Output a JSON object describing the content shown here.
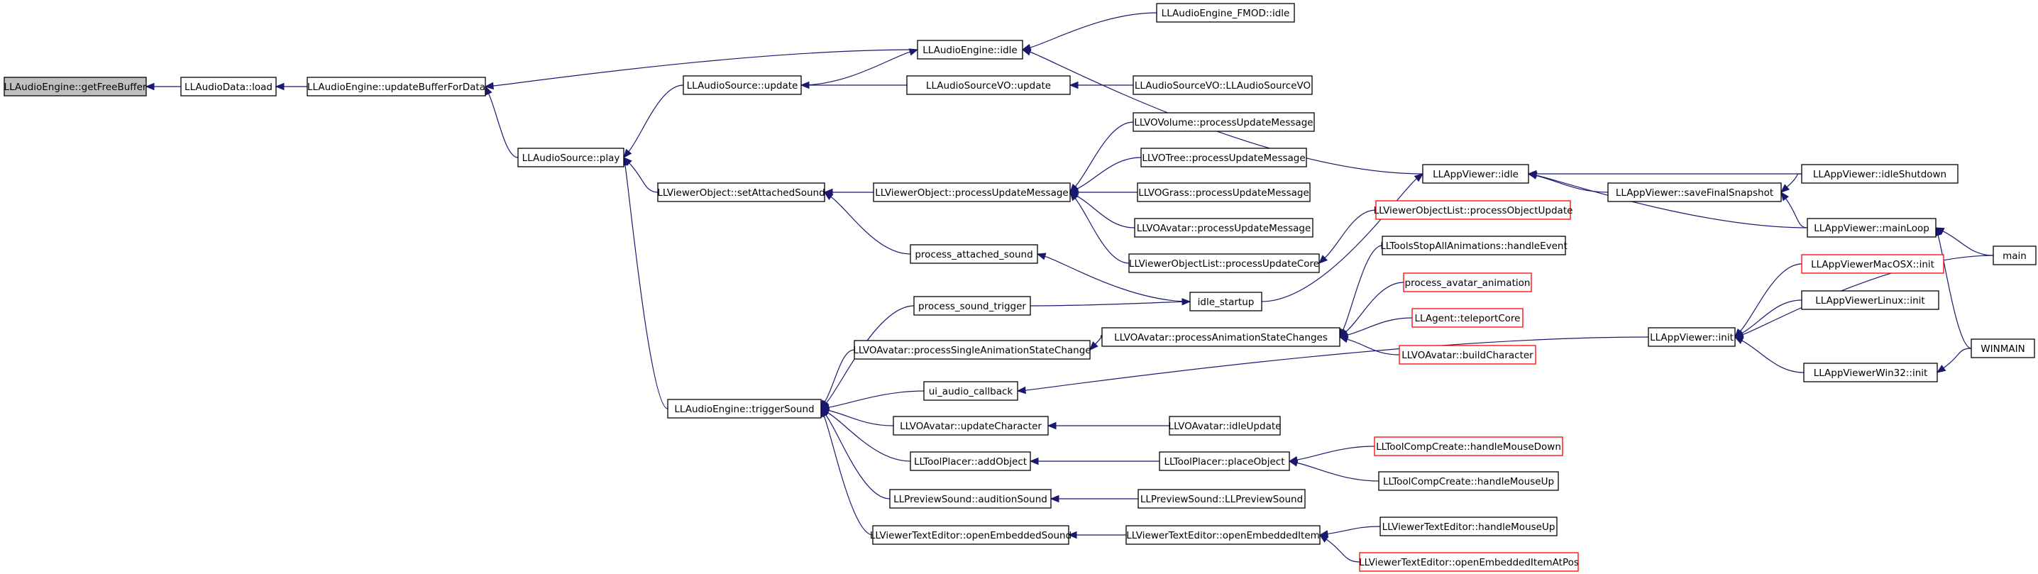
{
  "graph": {
    "title": "",
    "colors": {
      "edge": "#191970",
      "border": "#000000",
      "truncated_border": "#ff0000",
      "root_fill": "#bfbfbf",
      "node_fill": "#ffffff"
    },
    "nodes": [
      {
        "id": "n0",
        "label": "LLAudioEngine::getFreeBuffer",
        "root": true
      },
      {
        "id": "n1",
        "label": "LLAudioData::load"
      },
      {
        "id": "n2",
        "label": "LLAudioEngine::updateBufferForData"
      },
      {
        "id": "n3",
        "label": "LLAudioEngine::idle"
      },
      {
        "id": "n4",
        "label": "LLAudioEngine_FMOD::idle"
      },
      {
        "id": "n5",
        "label": "LLAudioSource::update"
      },
      {
        "id": "n6",
        "label": "LLAudioSourceVO::update"
      },
      {
        "id": "n7",
        "label": "LLAudioSourceVO::LLAudioSourceVO"
      },
      {
        "id": "n8",
        "label": "LLAudioSource::play"
      },
      {
        "id": "n9",
        "label": "LLViewerObject::setAttachedSound"
      },
      {
        "id": "n10",
        "label": "LLViewerObject::processUpdateMessage"
      },
      {
        "id": "n11",
        "label": "LLVOVolume::processUpdateMessage"
      },
      {
        "id": "n12",
        "label": "LLVOTree::processUpdateMessage"
      },
      {
        "id": "n13",
        "label": "LLVOGrass::processUpdateMessage"
      },
      {
        "id": "n14",
        "label": "LLVOAvatar::processUpdateMessage"
      },
      {
        "id": "n15",
        "label": "LLViewerObjectList::processUpdateCore"
      },
      {
        "id": "n16",
        "label": "LLViewerObjectList::processObjectUpdate",
        "truncated": true
      },
      {
        "id": "n17",
        "label": "process_attached_sound"
      },
      {
        "id": "n18",
        "label": "idle_startup"
      },
      {
        "id": "n19",
        "label": "LLAppViewer::idle"
      },
      {
        "id": "n20",
        "label": "LLAppViewer::saveFinalSnapshot"
      },
      {
        "id": "n21",
        "label": "LLAppViewer::idleShutdown"
      },
      {
        "id": "n22",
        "label": "LLAppViewer::mainLoop"
      },
      {
        "id": "n23",
        "label": "main"
      },
      {
        "id": "n24",
        "label": "WINMAIN"
      },
      {
        "id": "n25",
        "label": "LLAppViewer::init"
      },
      {
        "id": "n26",
        "label": "LLAppViewerMacOSX::init",
        "truncated": true
      },
      {
        "id": "n27",
        "label": "LLAppViewerLinux::init"
      },
      {
        "id": "n28",
        "label": "LLAppViewerWin32::init"
      },
      {
        "id": "n29",
        "label": "process_sound_trigger"
      },
      {
        "id": "n30",
        "label": "LLVOAvatar::processSingleAnimationStateChange"
      },
      {
        "id": "n31",
        "label": "LLVOAvatar::processAnimationStateChanges"
      },
      {
        "id": "n32",
        "label": "LLToolsStopAllAnimations::handleEvent"
      },
      {
        "id": "n33",
        "label": "process_avatar_animation",
        "truncated": true
      },
      {
        "id": "n34",
        "label": "LLAgent::teleportCore",
        "truncated": true
      },
      {
        "id": "n35",
        "label": "LLVOAvatar::buildCharacter",
        "truncated": true
      },
      {
        "id": "n36",
        "label": "LLAudioEngine::triggerSound"
      },
      {
        "id": "n37",
        "label": "ui_audio_callback"
      },
      {
        "id": "n38",
        "label": "LLVOAvatar::updateCharacter"
      },
      {
        "id": "n39",
        "label": "LLVOAvatar::idleUpdate"
      },
      {
        "id": "n40",
        "label": "LLToolPlacer::addObject"
      },
      {
        "id": "n41",
        "label": "LLToolPlacer::placeObject"
      },
      {
        "id": "n42",
        "label": "LLToolCompCreate::handleMouseDown",
        "truncated": true
      },
      {
        "id": "n43",
        "label": "LLToolCompCreate::handleMouseUp"
      },
      {
        "id": "n44",
        "label": "LLPreviewSound::auditionSound"
      },
      {
        "id": "n45",
        "label": "LLPreviewSound::LLPreviewSound"
      },
      {
        "id": "n46",
        "label": "LLViewerTextEditor::openEmbeddedSound"
      },
      {
        "id": "n47",
        "label": "LLViewerTextEditor::openEmbeddedItem"
      },
      {
        "id": "n48",
        "label": "LLViewerTextEditor::handleMouseUp"
      },
      {
        "id": "n49",
        "label": "LLViewerTextEditor::openEmbeddedItemAtPos",
        "truncated": true
      }
    ],
    "edges": [
      [
        "n1",
        "n0"
      ],
      [
        "n2",
        "n1"
      ],
      [
        "n3",
        "n2"
      ],
      [
        "n4",
        "n3"
      ],
      [
        "n5",
        "n3"
      ],
      [
        "n19",
        "n3"
      ],
      [
        "n8",
        "n2"
      ],
      [
        "n5",
        "n8"
      ],
      [
        "n6",
        "n5"
      ],
      [
        "n7",
        "n6"
      ],
      [
        "n9",
        "n8"
      ],
      [
        "n10",
        "n9"
      ],
      [
        "n11",
        "n10"
      ],
      [
        "n12",
        "n10"
      ],
      [
        "n13",
        "n10"
      ],
      [
        "n14",
        "n10"
      ],
      [
        "n15",
        "n10"
      ],
      [
        "n16",
        "n15"
      ],
      [
        "n17",
        "n9"
      ],
      [
        "n18",
        "n17"
      ],
      [
        "n18",
        "n19"
      ],
      [
        "n20",
        "n19"
      ],
      [
        "n21",
        "n19"
      ],
      [
        "n22",
        "n19"
      ],
      [
        "n21",
        "n20"
      ],
      [
        "n22",
        "n20"
      ],
      [
        "n23",
        "n22"
      ],
      [
        "n24",
        "n22"
      ],
      [
        "n29",
        "n18"
      ],
      [
        "n25",
        "n37"
      ],
      [
        "n26",
        "n25"
      ],
      [
        "n27",
        "n25"
      ],
      [
        "n28",
        "n25"
      ],
      [
        "n23",
        "n25"
      ],
      [
        "n24",
        "n28"
      ],
      [
        "n36",
        "n8"
      ],
      [
        "n29",
        "n36"
      ],
      [
        "n30",
        "n36"
      ],
      [
        "n37",
        "n36"
      ],
      [
        "n38",
        "n36"
      ],
      [
        "n40",
        "n36"
      ],
      [
        "n44",
        "n36"
      ],
      [
        "n46",
        "n36"
      ],
      [
        "n31",
        "n30"
      ],
      [
        "n32",
        "n31"
      ],
      [
        "n33",
        "n31"
      ],
      [
        "n34",
        "n31"
      ],
      [
        "n35",
        "n31"
      ],
      [
        "n39",
        "n38"
      ],
      [
        "n41",
        "n40"
      ],
      [
        "n42",
        "n41"
      ],
      [
        "n43",
        "n41"
      ],
      [
        "n45",
        "n44"
      ],
      [
        "n47",
        "n46"
      ],
      [
        "n48",
        "n47"
      ],
      [
        "n49",
        "n47"
      ]
    ]
  }
}
